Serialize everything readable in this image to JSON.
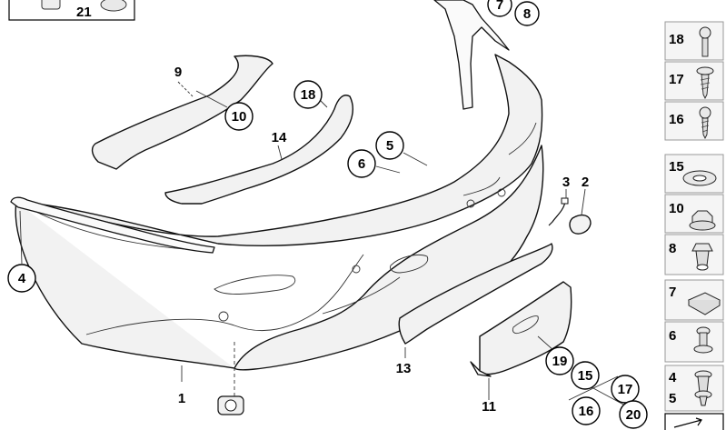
{
  "callouts": {
    "c21": "21",
    "c7": "7",
    "c8": "8",
    "c9": "9",
    "c10": "10",
    "c18": "18",
    "c14": "14",
    "c5": "5",
    "c6": "6",
    "c3": "3",
    "c2": "2",
    "c4": "4",
    "c13": "13",
    "c19": "19",
    "c15": "15",
    "c17": "17",
    "c16": "16",
    "c20": "20",
    "c11": "11",
    "c1": "1"
  },
  "sidebar": {
    "items": [
      {
        "label": "18",
        "icon": "bolt-icon"
      },
      {
        "label": "17",
        "icon": "screw-icon"
      },
      {
        "label": "16",
        "icon": "screw-icon"
      },
      {
        "label": "15",
        "icon": "washer-icon"
      },
      {
        "label": "10",
        "icon": "nut-icon"
      },
      {
        "label": "8",
        "icon": "expanding-rivet-icon"
      },
      {
        "label": "7",
        "icon": "clip-nut-icon"
      },
      {
        "label": "6",
        "icon": "rivet-icon"
      },
      {
        "label": "4",
        "icon": "push-clip-icon"
      },
      {
        "label": "5",
        "icon": "push-clip-icon"
      }
    ]
  },
  "colors": {
    "line": "#111111",
    "part_fill": "#f2f2f2",
    "sidebar_bg": "#f5f5f5",
    "sidebar_border": "#999999"
  }
}
